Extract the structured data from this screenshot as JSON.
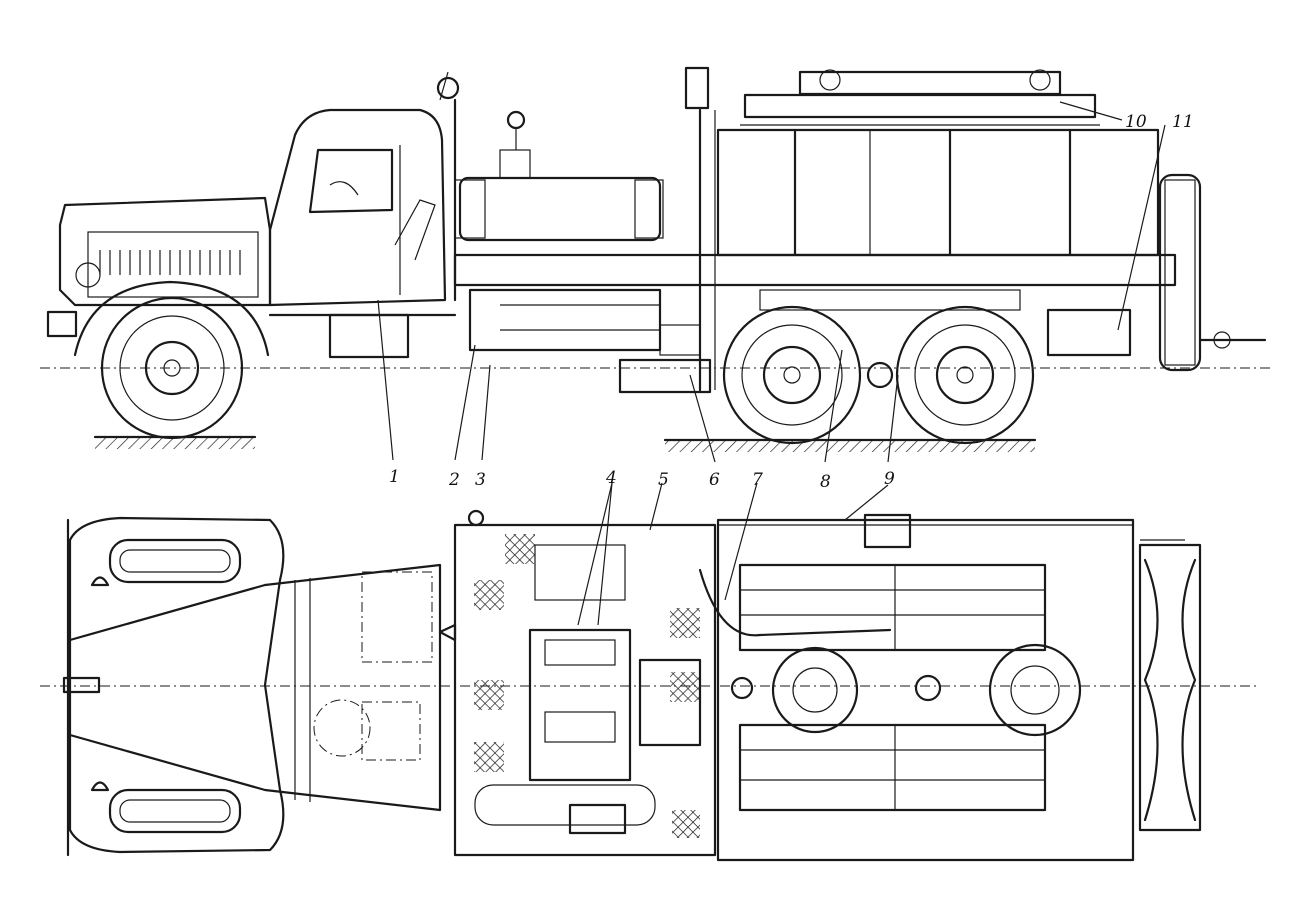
{
  "callouts": [
    {
      "id": "1",
      "text": "1"
    },
    {
      "id": "2",
      "text": "2"
    },
    {
      "id": "3",
      "text": "3"
    },
    {
      "id": "4",
      "text": "4"
    },
    {
      "id": "5",
      "text": "5"
    },
    {
      "id": "6",
      "text": "6"
    },
    {
      "id": "7",
      "text": "7"
    },
    {
      "id": "8",
      "text": "8"
    },
    {
      "id": "9",
      "text": "9"
    },
    {
      "id": "10",
      "text": "10"
    },
    {
      "id": "11",
      "text": "11"
    }
  ],
  "colors": {
    "ink": "#1a1a1a",
    "paper": "#ffffff"
  }
}
